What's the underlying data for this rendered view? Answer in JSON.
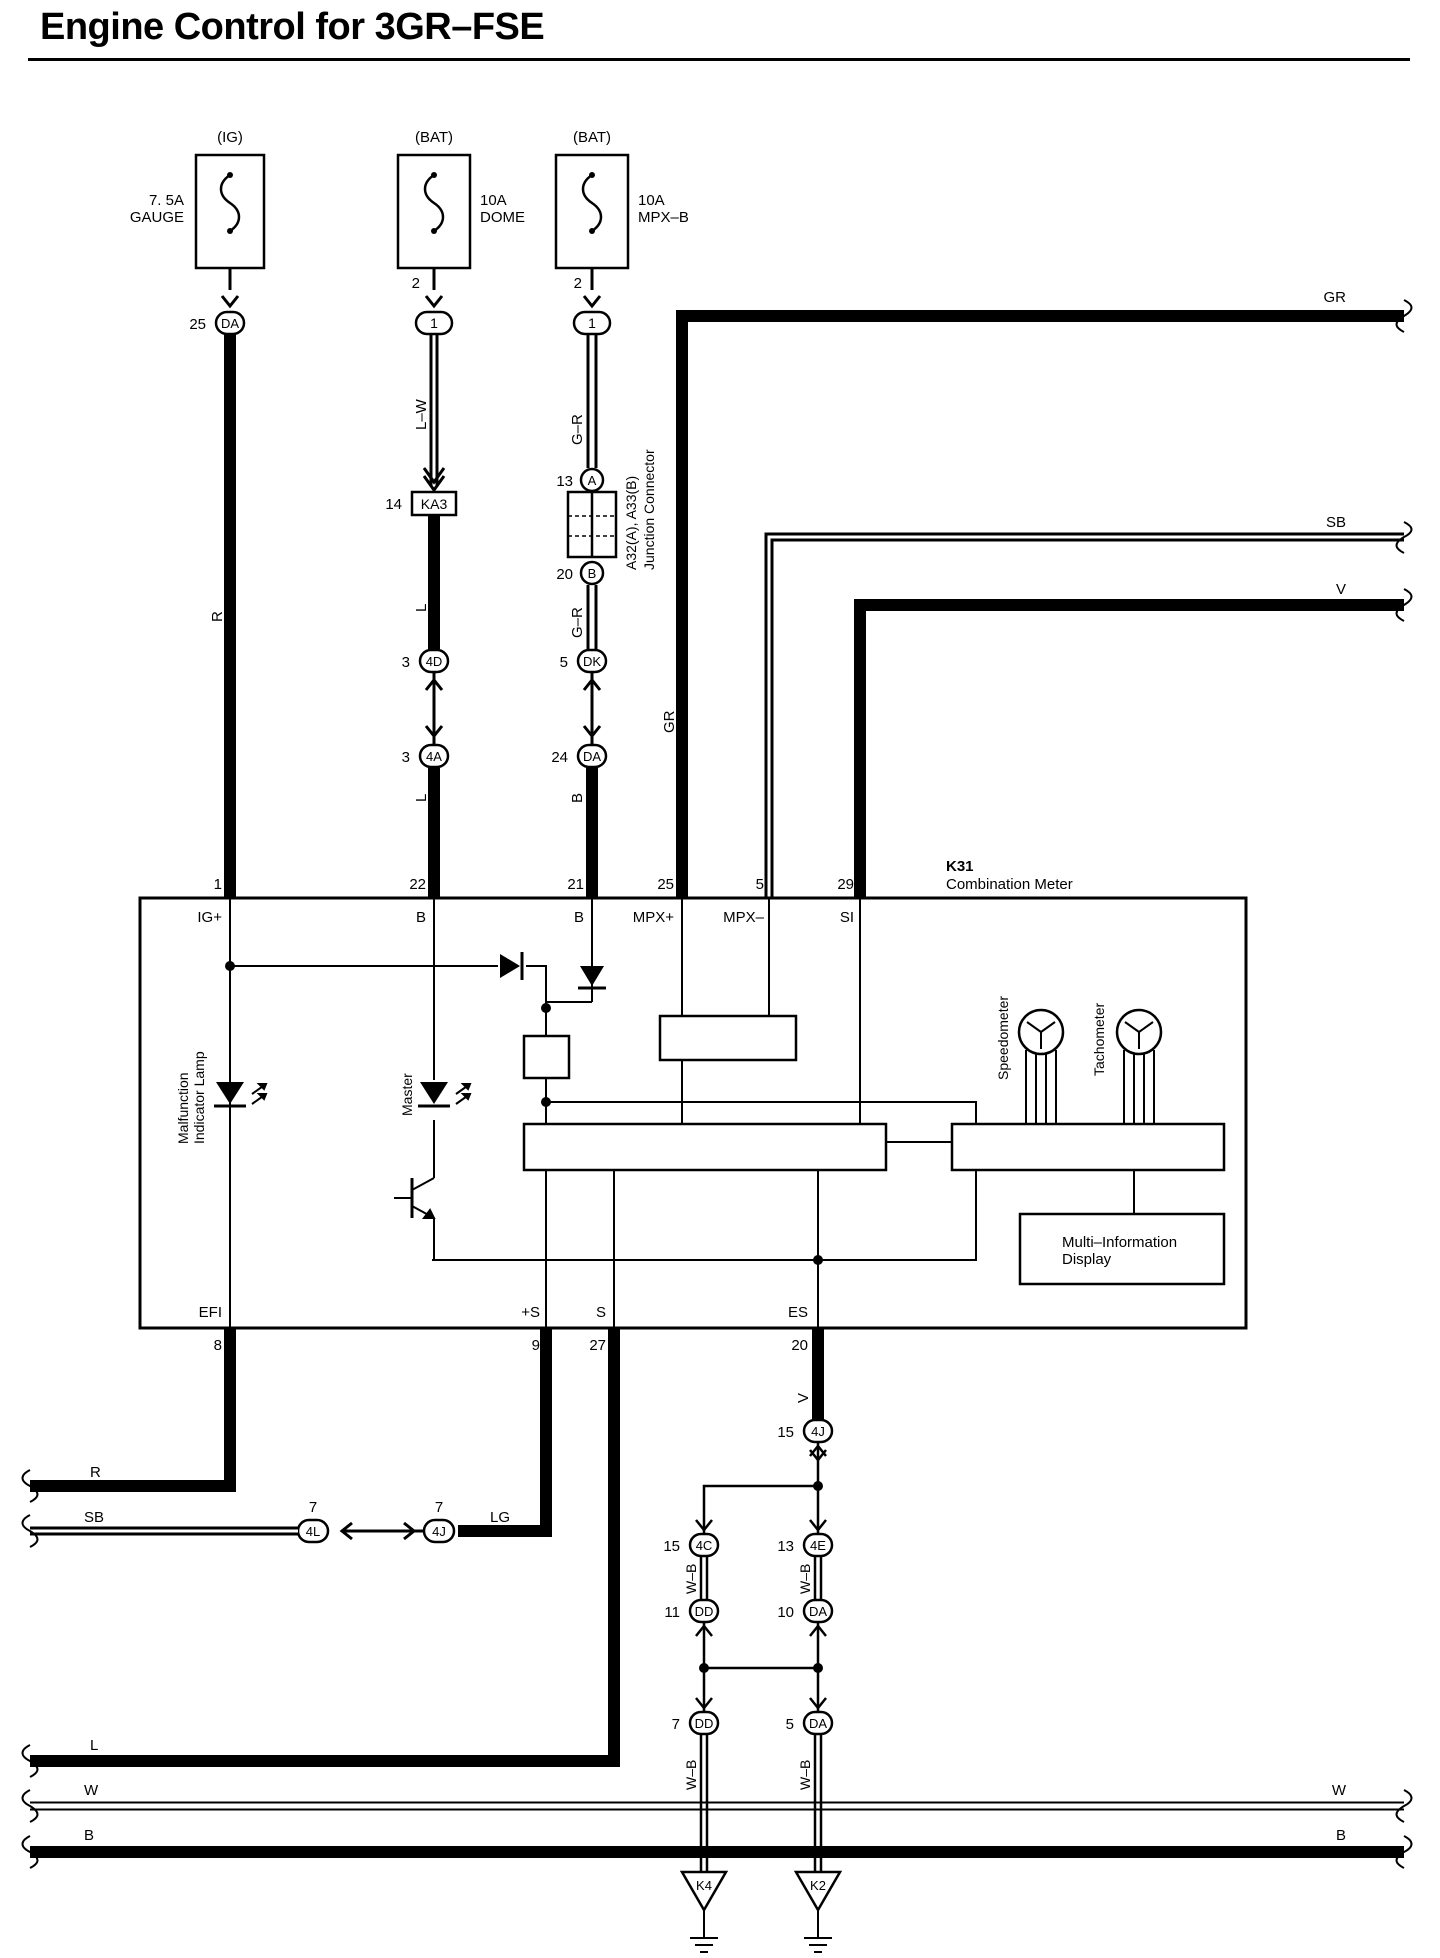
{
  "title": "Engine Control for 3GR–FSE",
  "fuses": [
    {
      "supply": "(IG)",
      "rating": "7. 5A",
      "name": "GAUGE"
    },
    {
      "supply": "(BAT)",
      "rating": "10A",
      "name": "DOME",
      "pin": "2"
    },
    {
      "supply": "(BAT)",
      "rating": "10A",
      "name": "MPX–B",
      "pin": "2"
    }
  ],
  "connectors": {
    "c1": {
      "pin": "25",
      "code": "DA"
    },
    "c2": {
      "pin": "",
      "code": "1"
    },
    "c3": {
      "pin": "",
      "code": "1"
    },
    "ka3": {
      "pin": "14",
      "code": "KA3"
    },
    "a13": {
      "pin": "13",
      "code": "A"
    },
    "b20": {
      "pin": "20",
      "code": "B"
    },
    "d4d": {
      "pin": "3",
      "code": "4D"
    },
    "d4a": {
      "pin": "3",
      "code": "4A"
    },
    "ddk": {
      "pin": "5",
      "code": "DK"
    },
    "dda": {
      "pin": "24",
      "code": "DA"
    },
    "c4l": {
      "pin": "7",
      "code": "4L"
    },
    "c4j": {
      "pin": "7",
      "code": "4J"
    },
    "c4j15": {
      "pin": "15",
      "code": "4J"
    },
    "c4c": {
      "pin": "15",
      "code": "4C"
    },
    "c4e": {
      "pin": "13",
      "code": "4E"
    },
    "cdd11": {
      "pin": "11",
      "code": "DD"
    },
    "cda10": {
      "pin": "10",
      "code": "DA"
    },
    "cdd7": {
      "pin": "7",
      "code": "DD"
    },
    "cda5": {
      "pin": "5",
      "code": "DA"
    }
  },
  "junction": {
    "label1": "A32(A), A33(B)",
    "label2": "Junction Connector"
  },
  "wires": {
    "r": "R",
    "lw": "L–W",
    "l1": "L",
    "l2": "L",
    "gr1": "G–R",
    "gr2": "G–R",
    "b": "B",
    "gr_v": "GR",
    "gr_right": "GR",
    "sb_right": "SB",
    "v_right": "V",
    "v_es": "V",
    "wb1": "W–B",
    "wb2": "W–B",
    "wb3": "W–B",
    "wb4": "W–B",
    "r_left": "R",
    "sb_left": "SB",
    "lg": "LG",
    "l_left": "L",
    "w_left": "W",
    "b_left": "B",
    "w_right": "W",
    "b_right": "B"
  },
  "meter": {
    "id": "K31",
    "name": "Combination Meter",
    "top_pins": [
      "1",
      "22",
      "21",
      "25",
      "5",
      "29"
    ],
    "top_terms": [
      "IG+",
      "B",
      "B",
      "MPX+",
      "MPX–",
      "SI"
    ],
    "bottom_pins": [
      "8",
      "9",
      "27",
      "20"
    ],
    "bottom_terms": [
      "EFI",
      "+S",
      "S",
      "ES"
    ],
    "mil_label1": "Malfunction",
    "mil_label2": "Indicator Lamp",
    "master": "Master",
    "speedometer": "Speedometer",
    "tachometer": "Tachometer",
    "mid1": "Multi–Information",
    "mid2": "Display"
  },
  "grounds": [
    "K4",
    "K2"
  ]
}
